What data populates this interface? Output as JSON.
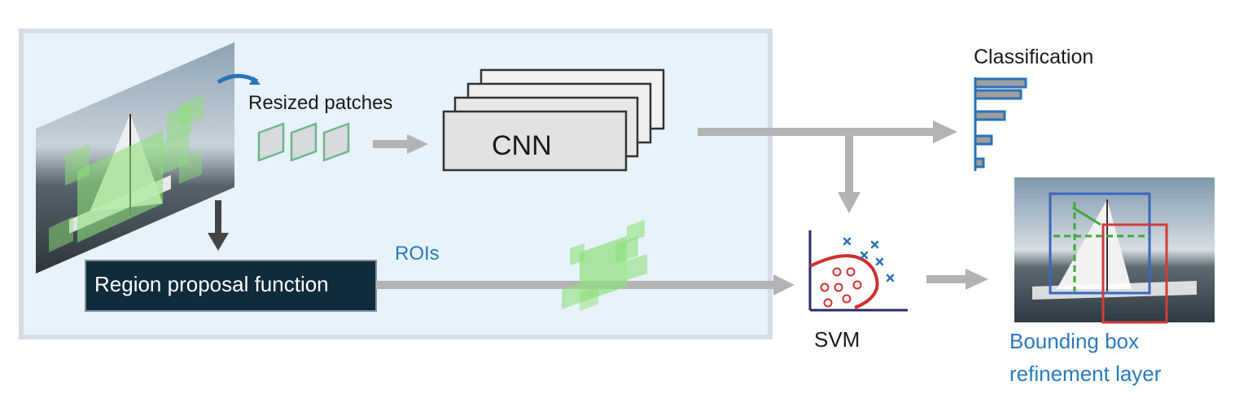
{
  "labels": {
    "resized_patches": "Resized patches",
    "cnn": "CNN",
    "rois": "ROIs",
    "region_proposal": "Region proposal function",
    "classification": "Classification",
    "svm": "SVM",
    "bbox_line1": "Bounding box",
    "bbox_line2": "refinement layer"
  },
  "colors": {
    "panel_fill": "#e8f2fb",
    "panel_border": "#d6dde8",
    "arrow_gray": "#b3b3b3",
    "arrow_dark": "#444444",
    "rpf_box": "#0f2b3c",
    "roi_green": "#7fd06e",
    "class_blue": "#2a72b8",
    "svm_red": "#d22f2f",
    "svm_blue": "#2a72b8",
    "box_blue": "#3a66c0",
    "box_red": "#d33b3b",
    "label_blue": "#2a7abf"
  },
  "icons": {
    "input_image": "sailboat-photo",
    "output_image": "sailboat-photo-with-boxes",
    "svm_plot": "svm-scatter-icon",
    "classification_chart": "bar-chart-icon"
  }
}
